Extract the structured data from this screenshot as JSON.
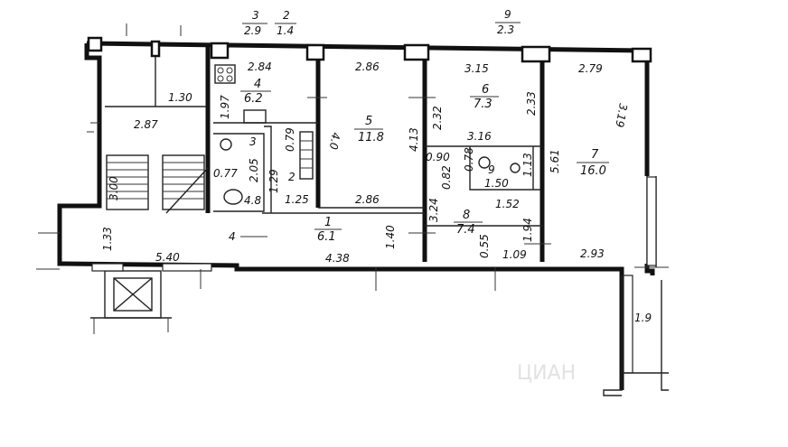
{
  "labels": {
    "top_3": "3",
    "top_2_9": "2.9",
    "top_2": "2",
    "top_1_4": "1.4",
    "top_9": "9",
    "top_2_3": "2.3",
    "d_2_84": "2.84",
    "d_2_86_top": "2.86",
    "d_3_15": "3.15",
    "d_2_79": "2.79",
    "d_1_30": "1.30",
    "d_2_87": "2.87",
    "r4_num": "4",
    "r4_area": "6.2",
    "d_1_97": "1.97",
    "r5_num": "5",
    "r5_area": "11.8",
    "d_4_0": "4.0",
    "d_4_13": "4.13",
    "d_2_32": "2.32",
    "r6_num": "6",
    "r6_area": "7.3",
    "d_2_33": "2.33",
    "d_3_19": "3.19",
    "r3_num": "3",
    "d_0_79": "0.79",
    "d_0_90": "0.90",
    "d_3_16": "3.16",
    "d_0_77": "0.77",
    "d_2_05": "2.05",
    "r2_num": "2",
    "d_1_29": "1.29",
    "d_0_82": "0.82",
    "d_0_78": "0.78",
    "r9_num": "9",
    "d_1_13": "1.13",
    "d_5_61": "5.61",
    "r7_num": "7",
    "r7_area": "16.0",
    "d_3_00": "3.00",
    "d_4_8": "4.8",
    "d_1_25": "1.25",
    "d_2_86_mid": "2.86",
    "d_1_50": "1.50",
    "d_1_52": "1.52",
    "d_3_24": "3.24",
    "r8_num": "8",
    "r8_area": "7.4",
    "d_1_33": "1.33",
    "d_4_left": "4",
    "r1_num": "1",
    "r1_area": "6.1",
    "d_1_40": "1.40",
    "d_1_94": "1.94",
    "d_0_55": "0.55",
    "d_1_09": "1.09",
    "d_2_93": "2.93",
    "d_5_40": "5.40",
    "d_4_38": "4.38",
    "d_1_9": "1.9"
  },
  "watermark": "ЦИАН"
}
